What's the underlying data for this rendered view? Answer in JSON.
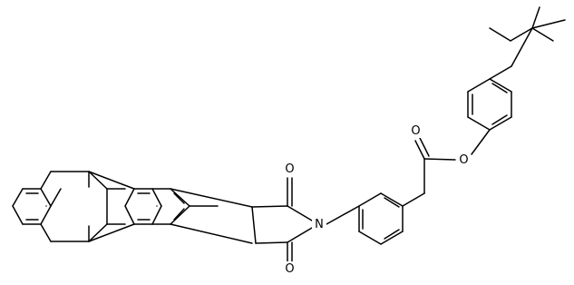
{
  "atom_labels": {
    "O_top": "O",
    "O_bottom": "O",
    "N": "N",
    "O_carbonyl": "O",
    "O_ester": "O"
  }
}
